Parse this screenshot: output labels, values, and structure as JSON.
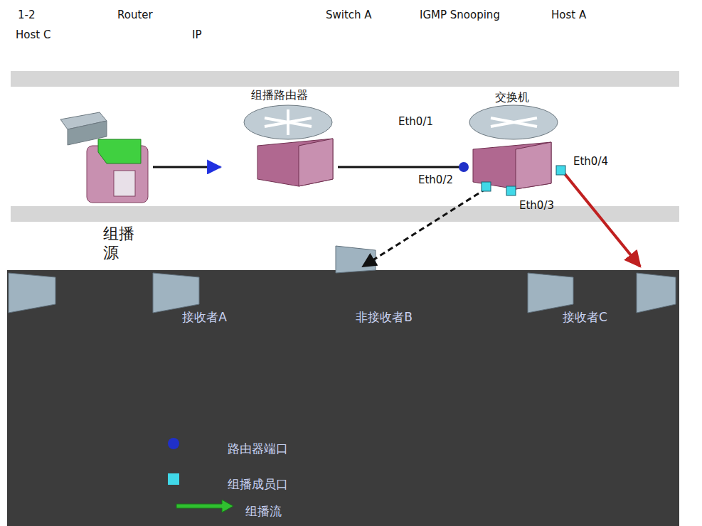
{
  "diagram": {
    "nodes": [
      {
        "text": [
          "组播源"
        ]
      },
      {
        "text": [
          "组播路由器"
        ]
      },
      {
        "text": [
          "交换机"
        ]
      },
      {
        "text": [
          "接收者A"
        ]
      },
      {
        "text": [
          "非接收者B"
        ]
      },
      {
        "text": [
          "接收者C"
        ]
      }
    ],
    "edges": [
      {
        "from": 0,
        "to": 1,
        "arrow": "to"
      },
      {
        "from": 1,
        "to": 2,
        "arrow": "none"
      },
      {
        "from": 2,
        "to": 4,
        "arrow": "to"
      },
      {
        "from": 2,
        "to": 5,
        "arrow": "to"
      }
    ],
    "labels": [
      "1-2",
      "Router",
      "Switch A",
      "IGMP Snooping",
      "Host A",
      "Host C",
      "IP",
      "Eth0/1",
      "Eth0/2",
      "Eth0/3",
      "Eth0/4"
    ],
    "legend": [
      {
        "text": "路由器端口",
        "color": "#2030c8"
      },
      {
        "text": "组播成员口",
        "color": "#40d8e8"
      },
      {
        "text": "组播流"
      }
    ]
  }
}
